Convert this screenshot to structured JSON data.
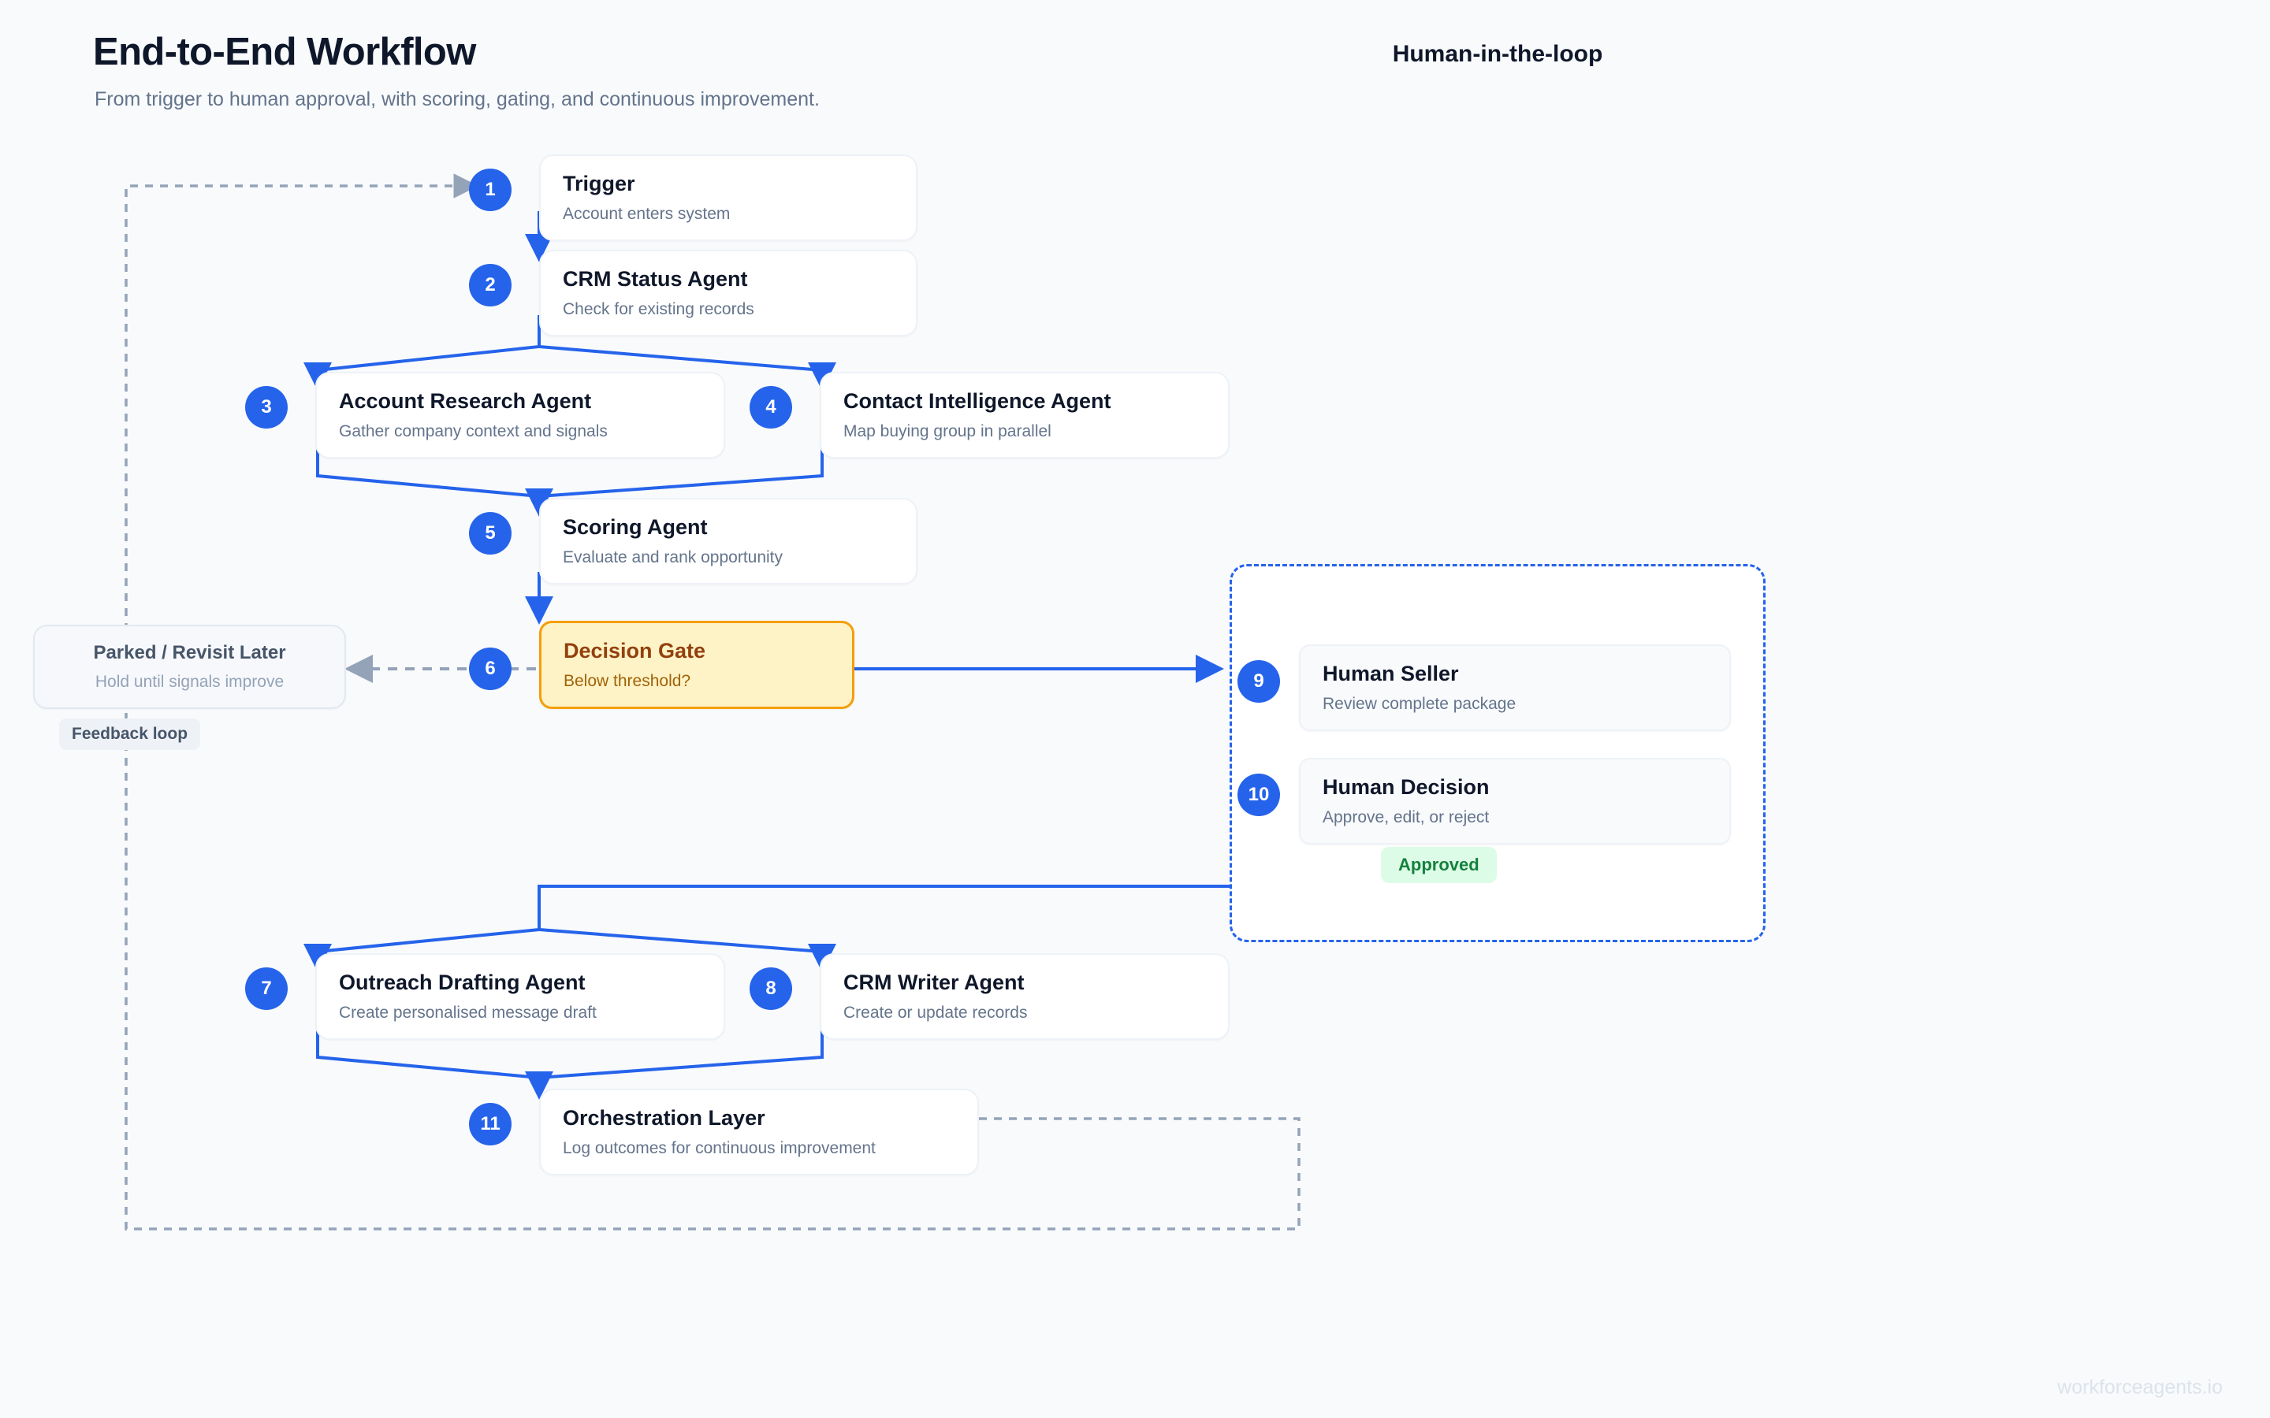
{
  "header": {
    "title": "End-to-End Workflow",
    "subtitle": "From trigger to human approval, with scoring, gating, and continuous improvement."
  },
  "colors": {
    "accent_blue": "#2563eb",
    "gate_fill": "#fef3c7",
    "gate_border": "#f59e0b",
    "gate_text": "#92400e",
    "approved_fill": "#dcfce7",
    "approved_text": "#15803d",
    "canvas": "#f8fafc",
    "muted_text": "#64748b"
  },
  "nodes": [
    {
      "num": "1",
      "title": "Trigger",
      "subtitle": "Account enters system"
    },
    {
      "num": "2",
      "title": "CRM Status Agent",
      "subtitle": "Check for existing records"
    },
    {
      "num": "3",
      "title": "Account Research Agent",
      "subtitle": "Gather company context and signals"
    },
    {
      "num": "4",
      "title": "Contact Intelligence Agent",
      "subtitle": "Map buying group in parallel"
    },
    {
      "num": "5",
      "title": "Scoring Agent",
      "subtitle": "Evaluate and rank opportunity"
    },
    {
      "num": "6",
      "title": "Decision Gate",
      "subtitle": "Below threshold?"
    },
    {
      "num": "7",
      "title": "Outreach Drafting Agent",
      "subtitle": "Create personalised message draft"
    },
    {
      "num": "8",
      "title": "CRM Writer Agent",
      "subtitle": "Create or update records"
    },
    {
      "num": "9",
      "title": "Human Seller",
      "subtitle": "Review complete package"
    },
    {
      "num": "10",
      "title": "Human Decision",
      "subtitle": "Approve, edit, or reject"
    },
    {
      "num": "11",
      "title": "Orchestration Layer",
      "subtitle": "Log outcomes for continuous improvement"
    }
  ],
  "parked": {
    "title": "Parked / Revisit Later",
    "subtitle": "Hold until signals improve"
  },
  "hitl": {
    "title": "Human-in-the-loop",
    "approved_label": "Approved"
  },
  "labels": {
    "feedback_loop": "Feedback loop"
  },
  "watermark": "workforceagents.io"
}
